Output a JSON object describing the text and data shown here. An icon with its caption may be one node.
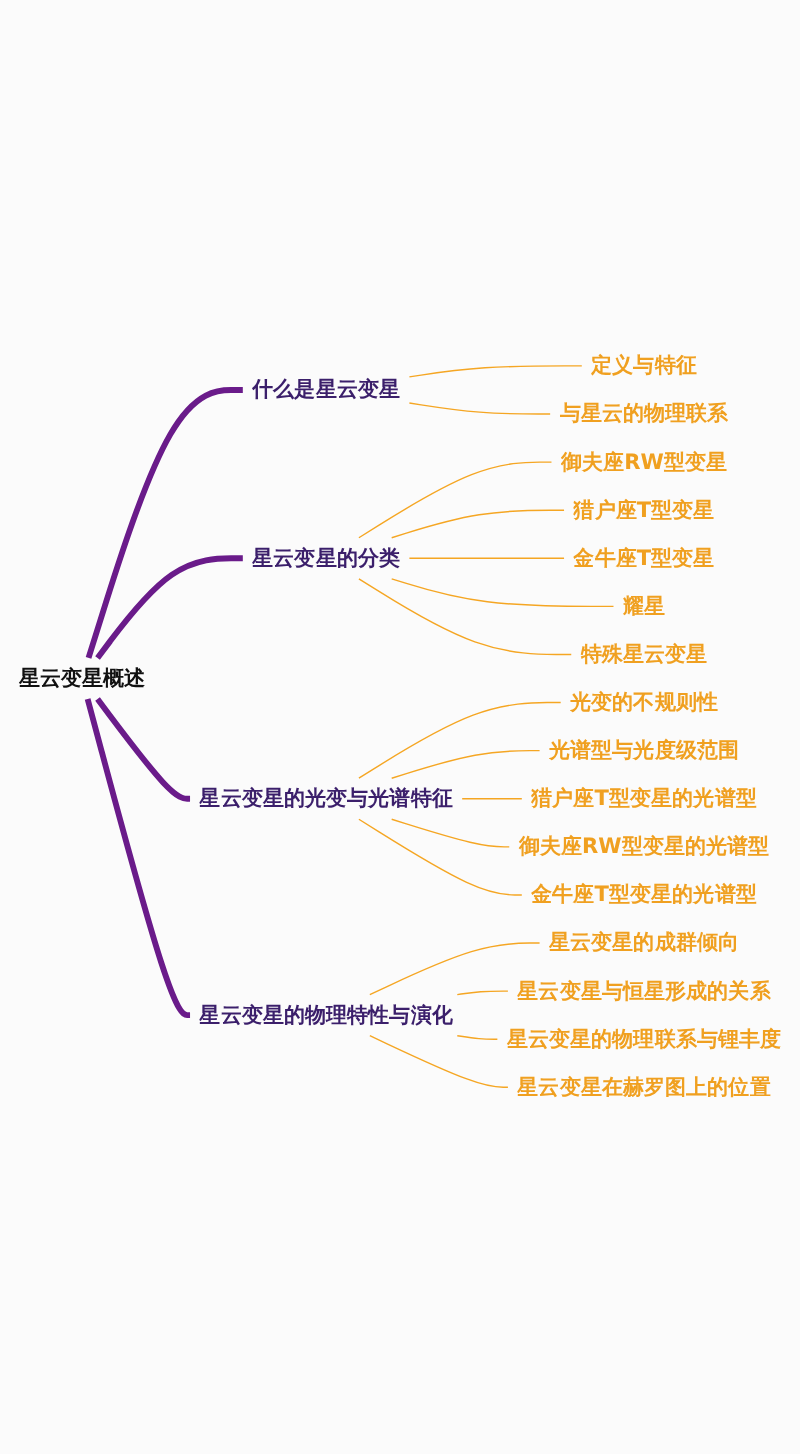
{
  "diagram": {
    "nodes": [
      {
        "text": [
          "星云变星概述"
        ]
      },
      {
        "text": [
          "什么是星云变星"
        ]
      },
      {
        "text": [
          "定义与特征"
        ]
      },
      {
        "text": [
          "与星云的物理联系"
        ]
      },
      {
        "text": [
          "星云变星的分类"
        ]
      },
      {
        "text": [
          "御夫座RW型变星"
        ]
      },
      {
        "text": [
          "猎户座T型变星"
        ]
      },
      {
        "text": [
          "金牛座T型变星"
        ]
      },
      {
        "text": [
          "耀星"
        ]
      },
      {
        "text": [
          "特殊星云变星"
        ]
      },
      {
        "text": [
          "星云变星的光变与光谱特征"
        ]
      },
      {
        "text": [
          "光变的不规则性"
        ]
      },
      {
        "text": [
          "光谱型与光度级范围"
        ]
      },
      {
        "text": [
          "猎户座T型变星的光谱型"
        ]
      },
      {
        "text": [
          "御夫座RW型变星的光谱型"
        ]
      },
      {
        "text": [
          "金牛座T型变星的光谱型"
        ]
      },
      {
        "text": [
          "星云变星的物理特性与演化"
        ]
      },
      {
        "text": [
          "星云变星的成群倾向"
        ]
      },
      {
        "text": [
          "星云变星与恒星形成的关系"
        ]
      },
      {
        "text": [
          "星云变星的物理联系与锂丰度"
        ]
      },
      {
        "text": [
          "星云变星在赫罗图上的位置"
        ]
      }
    ],
    "edges": [
      {
        "from": 0,
        "to": 1,
        "arrow": "none",
        "style": "thick",
        "color": "#6a1b8a"
      },
      {
        "from": 1,
        "to": 2,
        "arrow": "none"
      },
      {
        "from": 1,
        "to": 3,
        "arrow": "none"
      },
      {
        "from": 0,
        "to": 4,
        "arrow": "none",
        "style": "thick",
        "color": "#6a1b8a"
      },
      {
        "from": 4,
        "to": 5,
        "arrow": "none"
      },
      {
        "from": 4,
        "to": 6,
        "arrow": "none"
      },
      {
        "from": 4,
        "to": 7,
        "arrow": "none"
      },
      {
        "from": 4,
        "to": 8,
        "arrow": "none"
      },
      {
        "from": 4,
        "to": 9,
        "arrow": "none"
      },
      {
        "from": 0,
        "to": 10,
        "arrow": "none",
        "style": "thick",
        "color": "#6a1b8a"
      },
      {
        "from": 10,
        "to": 11,
        "arrow": "none"
      },
      {
        "from": 10,
        "to": 12,
        "arrow": "none"
      },
      {
        "from": 10,
        "to": 13,
        "arrow": "none"
      },
      {
        "from": 10,
        "to": 14,
        "arrow": "none"
      },
      {
        "from": 10,
        "to": 15,
        "arrow": "none"
      },
      {
        "from": 0,
        "to": 16,
        "arrow": "none",
        "style": "thick",
        "color": "#6a1b8a"
      },
      {
        "from": 16,
        "to": 17,
        "arrow": "none"
      },
      {
        "from": 16,
        "to": 18,
        "arrow": "none"
      },
      {
        "from": 16,
        "to": 19,
        "arrow": "none"
      },
      {
        "from": 16,
        "to": 20,
        "arrow": "none"
      }
    ]
  }
}
